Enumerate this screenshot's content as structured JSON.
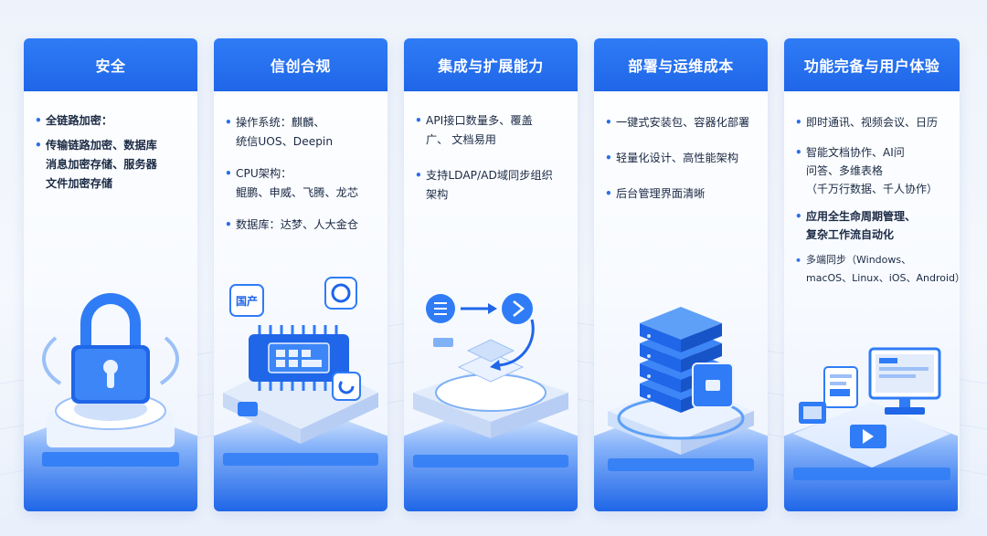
{
  "colors": {
    "primary": "#1f66e8",
    "accent": "#2f7cf6"
  },
  "cards": [
    {
      "title": "安全",
      "bullets": [
        {
          "lines": [
            "全链路加密："
          ],
          "bold": true
        },
        {
          "lines": [
            "传输链路加密、数据库",
            "消息加密存储、服务器",
            "文件加密存储"
          ],
          "bold": true
        }
      ],
      "icon": "padlock-icon"
    },
    {
      "title": "信创合规",
      "bullets": [
        {
          "lines": [
            "操作系统：麒麟、",
            "统信UOS、Deepin"
          ]
        },
        {
          "lines": [
            "CPU架构：",
            "鲲鹏、申威、飞腾、龙芯"
          ]
        },
        {
          "lines": [
            "数据库：达梦、人大金仓"
          ]
        }
      ],
      "badge": "国产",
      "chip_label": "国产",
      "icon": "chip-icon"
    },
    {
      "title": "集成与扩展能力",
      "bullets": [
        {
          "lines": [
            "API接口数量多、覆盖",
            "广、 文档易用"
          ]
        },
        {
          "lines": [
            "支持LDAP/AD域同步组织",
            "架构"
          ]
        }
      ],
      "icon": "integration-flow-icon"
    },
    {
      "title": "部署与运维成本",
      "bullets": [
        {
          "lines": [
            "一键式安装包、容器化部署"
          ]
        },
        {
          "lines": [
            "轻量化设计、高性能架构"
          ]
        },
        {
          "lines": [
            "后台管理界面清晰"
          ]
        }
      ],
      "icon": "server-stack-icon"
    },
    {
      "title": "功能完备与用户体验",
      "bullets": [
        {
          "lines": [
            "即时通讯、视频会议、日历"
          ]
        },
        {
          "lines": [
            "智能文档协作、AI问",
            "问答、多维表格",
            "（千万行数据、千人协作）"
          ]
        },
        {
          "lines": [
            "应用全生命周期管理、",
            "复杂工作流自动化"
          ],
          "bold": true
        },
        {
          "lines": [
            "多端同步（Windows、",
            "macOS、Linux、iOS、Android）"
          ]
        }
      ],
      "icon": "multi-device-icon"
    }
  ]
}
